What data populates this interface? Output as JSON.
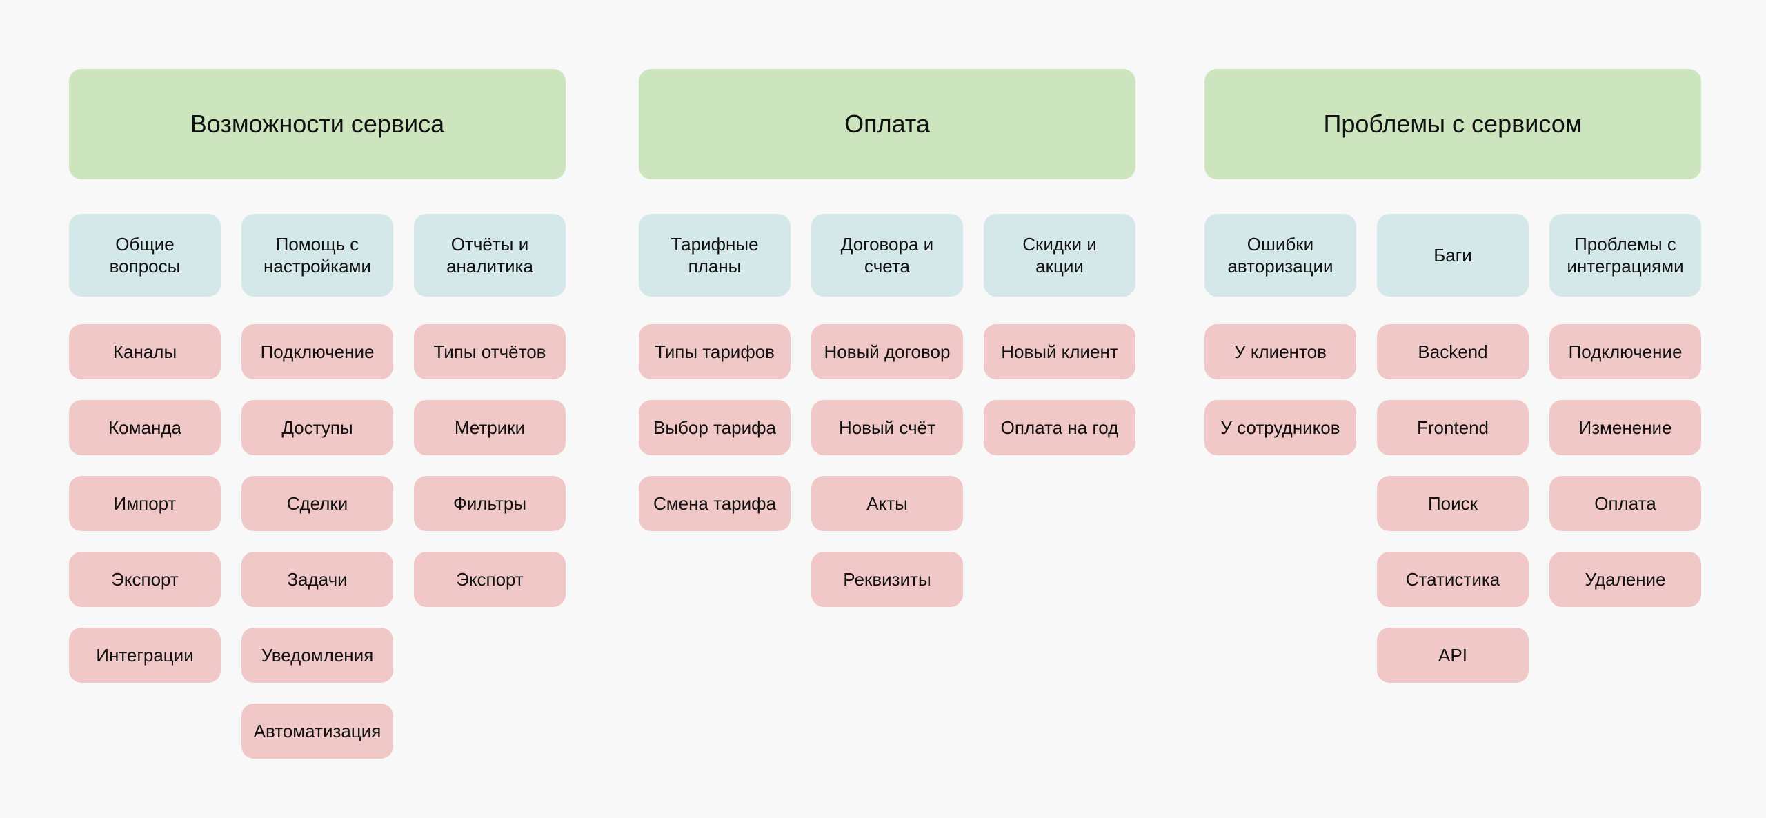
{
  "colors": {
    "background": "#f8f8f8",
    "header": "#cce5bf",
    "subcategory": "#d4e8ea",
    "item": "#f0c8c8"
  },
  "sections": [
    {
      "title": "Возможности сервиса",
      "columns": [
        {
          "title": "Общие\nвопросы",
          "items": [
            "Каналы",
            "Команда",
            "Импорт",
            "Экспорт",
            "Интеграции"
          ]
        },
        {
          "title": "Помощь с\nнастройками",
          "items": [
            "Подключение",
            "Доступы",
            "Сделки",
            "Задачи",
            "Уведомления",
            "Автоматизация"
          ]
        },
        {
          "title": "Отчёты и\nаналитика",
          "items": [
            "Типы отчётов",
            "Метрики",
            "Фильтры",
            "Экспорт"
          ]
        }
      ]
    },
    {
      "title": "Оплата",
      "columns": [
        {
          "title": "Тарифные\nпланы",
          "items": [
            "Типы тарифов",
            "Выбор тарифа",
            "Смена тарифа"
          ]
        },
        {
          "title": "Договора и\nсчета",
          "items": [
            "Новый договор",
            "Новый счёт",
            "Акты",
            "Реквизиты"
          ]
        },
        {
          "title": "Скидки и\nакции",
          "items": [
            "Новый клиент",
            "Оплата на год"
          ]
        }
      ]
    },
    {
      "title": "Проблемы с сервисом",
      "columns": [
        {
          "title": "Ошибки\nавторизации",
          "items": [
            "У клиентов",
            "У сотрудников"
          ]
        },
        {
          "title": "Баги",
          "items": [
            "Backend",
            "Frontend",
            "Поиск",
            "Статистика",
            "API"
          ]
        },
        {
          "title": "Проблемы с\nинтеграциями",
          "items": [
            "Подключение",
            "Изменение",
            "Оплата",
            "Удаление"
          ]
        }
      ]
    }
  ]
}
